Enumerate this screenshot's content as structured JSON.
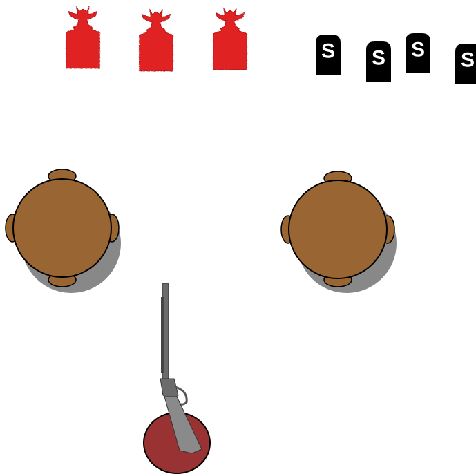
{
  "colors": {
    "background": "#ffffff",
    "target": "#e02020",
    "target_edge": "#b01818",
    "plate": "#000000",
    "plate_letter": "#ffffff",
    "table": "#996633",
    "table_outline": "#000000",
    "table_shadow": "#888888",
    "start_position": "#993333",
    "rifle_metal": "#6b6b6b",
    "rifle_stock": "#8a8a8a"
  },
  "targets": [
    {
      "name": "cowboy-target-1",
      "icon": "cowboy-silhouette-icon"
    },
    {
      "name": "cowboy-target-2",
      "icon": "cowboy-silhouette-icon"
    },
    {
      "name": "cowboy-target-3",
      "icon": "cowboy-silhouette-icon"
    }
  ],
  "plates": [
    {
      "name": "steel-plate-1",
      "letter": "S"
    },
    {
      "name": "steel-plate-2",
      "letter": "S"
    },
    {
      "name": "steel-plate-3",
      "letter": "S"
    },
    {
      "name": "steel-plate-4",
      "letter": "S"
    }
  ],
  "tables": [
    {
      "name": "table-left",
      "icon": "round-table-icon"
    },
    {
      "name": "table-right",
      "icon": "round-table-icon"
    }
  ],
  "start_position": {
    "icon": "start-circle-icon"
  },
  "rifle": {
    "icon": "lever-action-rifle-icon"
  }
}
